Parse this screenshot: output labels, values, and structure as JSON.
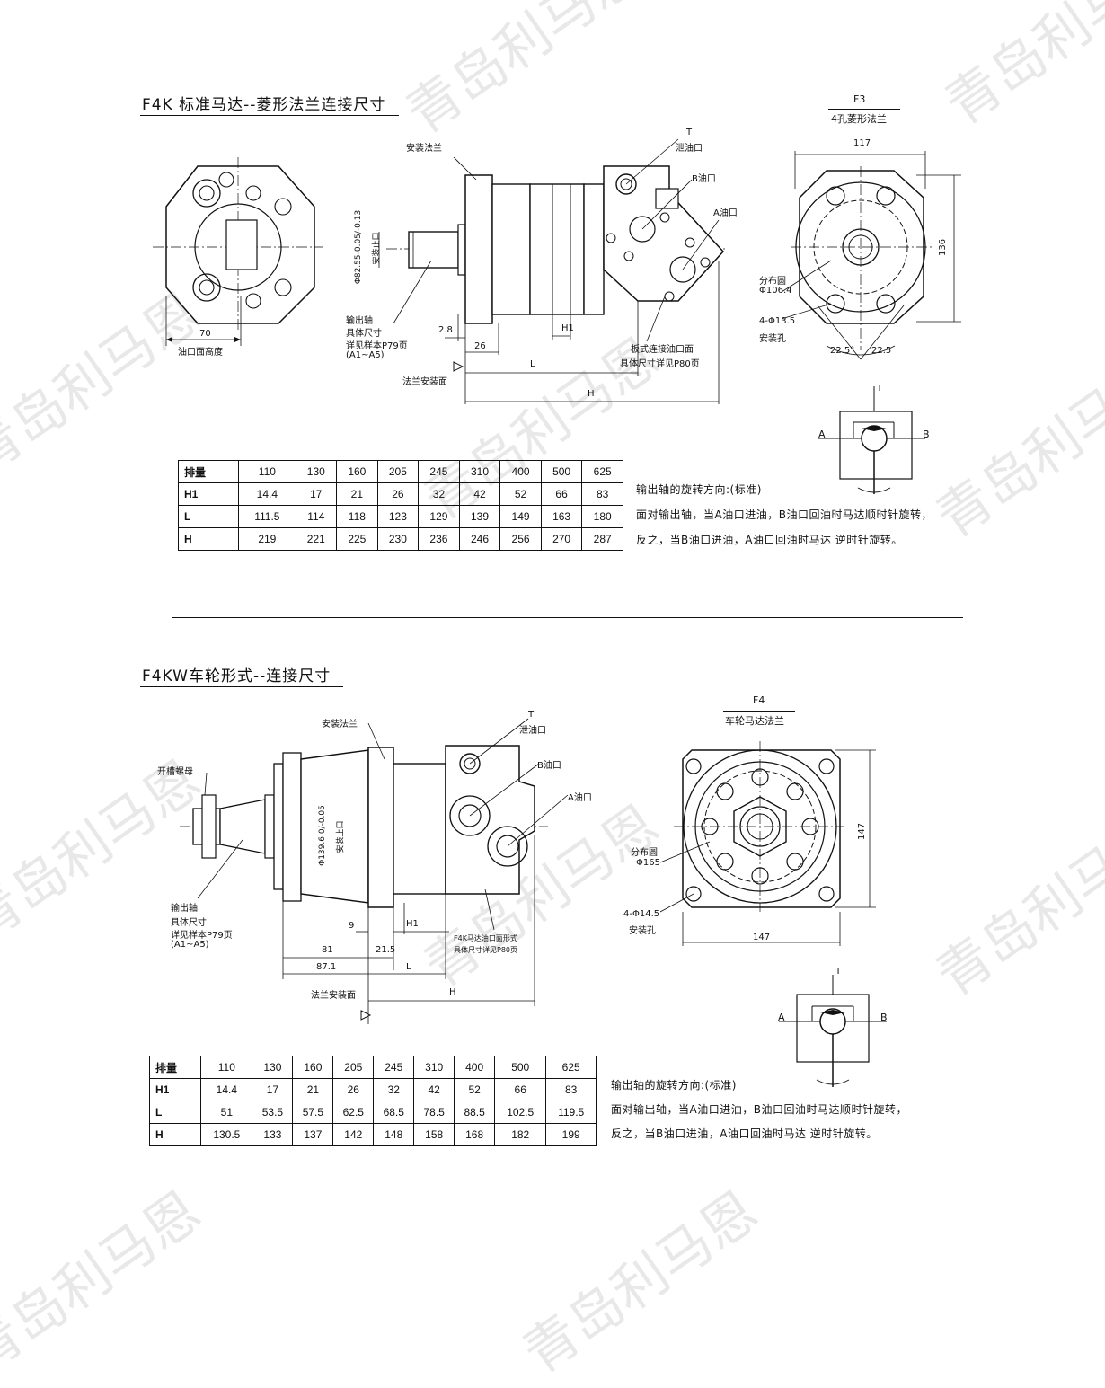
{
  "watermark_text": "青岛利马恩",
  "section1": {
    "title": "F4K 标准马达--菱形法兰连接尺寸",
    "labels": {
      "mount_flange": "安装法兰",
      "t_port": "T",
      "drain_port": "泄油口",
      "b_port": "B油口",
      "a_port": "A油口",
      "pilot_diam": "Φ82.55-0.05/-0.13",
      "pilot_text": "安装止口",
      "out_shaft": "输出轴",
      "spec_size": "具体尺寸",
      "see_sample": "详见样本P79页",
      "range": "(A1~A5)",
      "dim_70": "70",
      "port_height": "油口面高度",
      "dim_2_8": "2.8",
      "dim_26": "26",
      "dim_H1": "H1",
      "plate_port": "板式连接油口面",
      "see_p80": "具体尺寸详见P80页",
      "dim_L": "L",
      "flange_face": "法兰安装面",
      "dim_H": "H",
      "f3": "F3",
      "f3_desc": "4孔菱形法兰",
      "dim_117": "117",
      "dim_136": "136",
      "pcd": "分布圆",
      "pcd_val": "Φ106.4",
      "holes": "4-Φ13.5",
      "mount_hole": "安装孔",
      "ang1": "22.5°",
      "ang2": "22.5",
      "sym_t": "T",
      "sym_a": "A",
      "sym_b": "B"
    },
    "table": {
      "headers": [
        "排量",
        "110",
        "130",
        "160",
        "205",
        "245",
        "310",
        "400",
        "500",
        "625"
      ],
      "rows": [
        [
          "H1",
          "14.4",
          "17",
          "21",
          "26",
          "32",
          "42",
          "52",
          "66",
          "83"
        ],
        [
          "L",
          "111.5",
          "114",
          "118",
          "123",
          "129",
          "139",
          "149",
          "163",
          "180"
        ],
        [
          "H",
          "219",
          "221",
          "225",
          "230",
          "236",
          "246",
          "256",
          "270",
          "287"
        ]
      ]
    },
    "notes": [
      "输出轴的旋转方向:(标准)",
      "面对输出轴，当A油口进油，B油口回油时马达顺时针旋转，",
      "反之，当B油口进油，A油口回油时马达 逆时针旋转。"
    ]
  },
  "section2": {
    "title": "F4KW车轮形式--连接尺寸",
    "labels": {
      "mount_flange": "安装法兰",
      "t_port": "T",
      "drain_port": "泄油口",
      "b_port": "B油口",
      "a_port": "A油口",
      "slot_nut": "开槽螺母",
      "pilot_diam": "Φ139.6 0/-0.05",
      "pilot_text": "安装止口",
      "out_shaft": "输出轴",
      "spec_size": "具体尺寸",
      "see_sample": "详见样本P79页",
      "range": "(A1~A5)",
      "dim_9": "9",
      "dim_H1": "H1",
      "dim_81": "81",
      "dim_21_5": "21.5",
      "dim_87_1": "87.1",
      "dim_L": "L",
      "port_shape": "F4K马达油口面形式",
      "see_p80": "具体尺寸详见P80页",
      "flange_face": "法兰安装面",
      "dim_H": "H",
      "f4": "F4",
      "f4_desc": "车轮马达法兰",
      "dim_147v": "147",
      "dim_147h": "147",
      "pcd": "分布圆",
      "pcd_val": "Φ165",
      "holes": "4-Φ14.5",
      "mount_hole": "安装孔",
      "sym_t": "T",
      "sym_a": "A",
      "sym_b": "B"
    },
    "table": {
      "headers": [
        "排量",
        "110",
        "130",
        "160",
        "205",
        "245",
        "310",
        "400",
        "500",
        "625"
      ],
      "rows": [
        [
          "H1",
          "14.4",
          "17",
          "21",
          "26",
          "32",
          "42",
          "52",
          "66",
          "83"
        ],
        [
          "L",
          "51",
          "53.5",
          "57.5",
          "62.5",
          "68.5",
          "78.5",
          "88.5",
          "102.5",
          "119.5"
        ],
        [
          "H",
          "130.5",
          "133",
          "137",
          "142",
          "148",
          "158",
          "168",
          "182",
          "199"
        ]
      ]
    },
    "notes": [
      "输出轴的旋转方向:(标准)",
      "面对输出轴，当A油口进油，B油口回油时马达顺时针旋转，",
      "反之，当B油口进油，A油口回油时马达 逆时针旋转。"
    ]
  }
}
